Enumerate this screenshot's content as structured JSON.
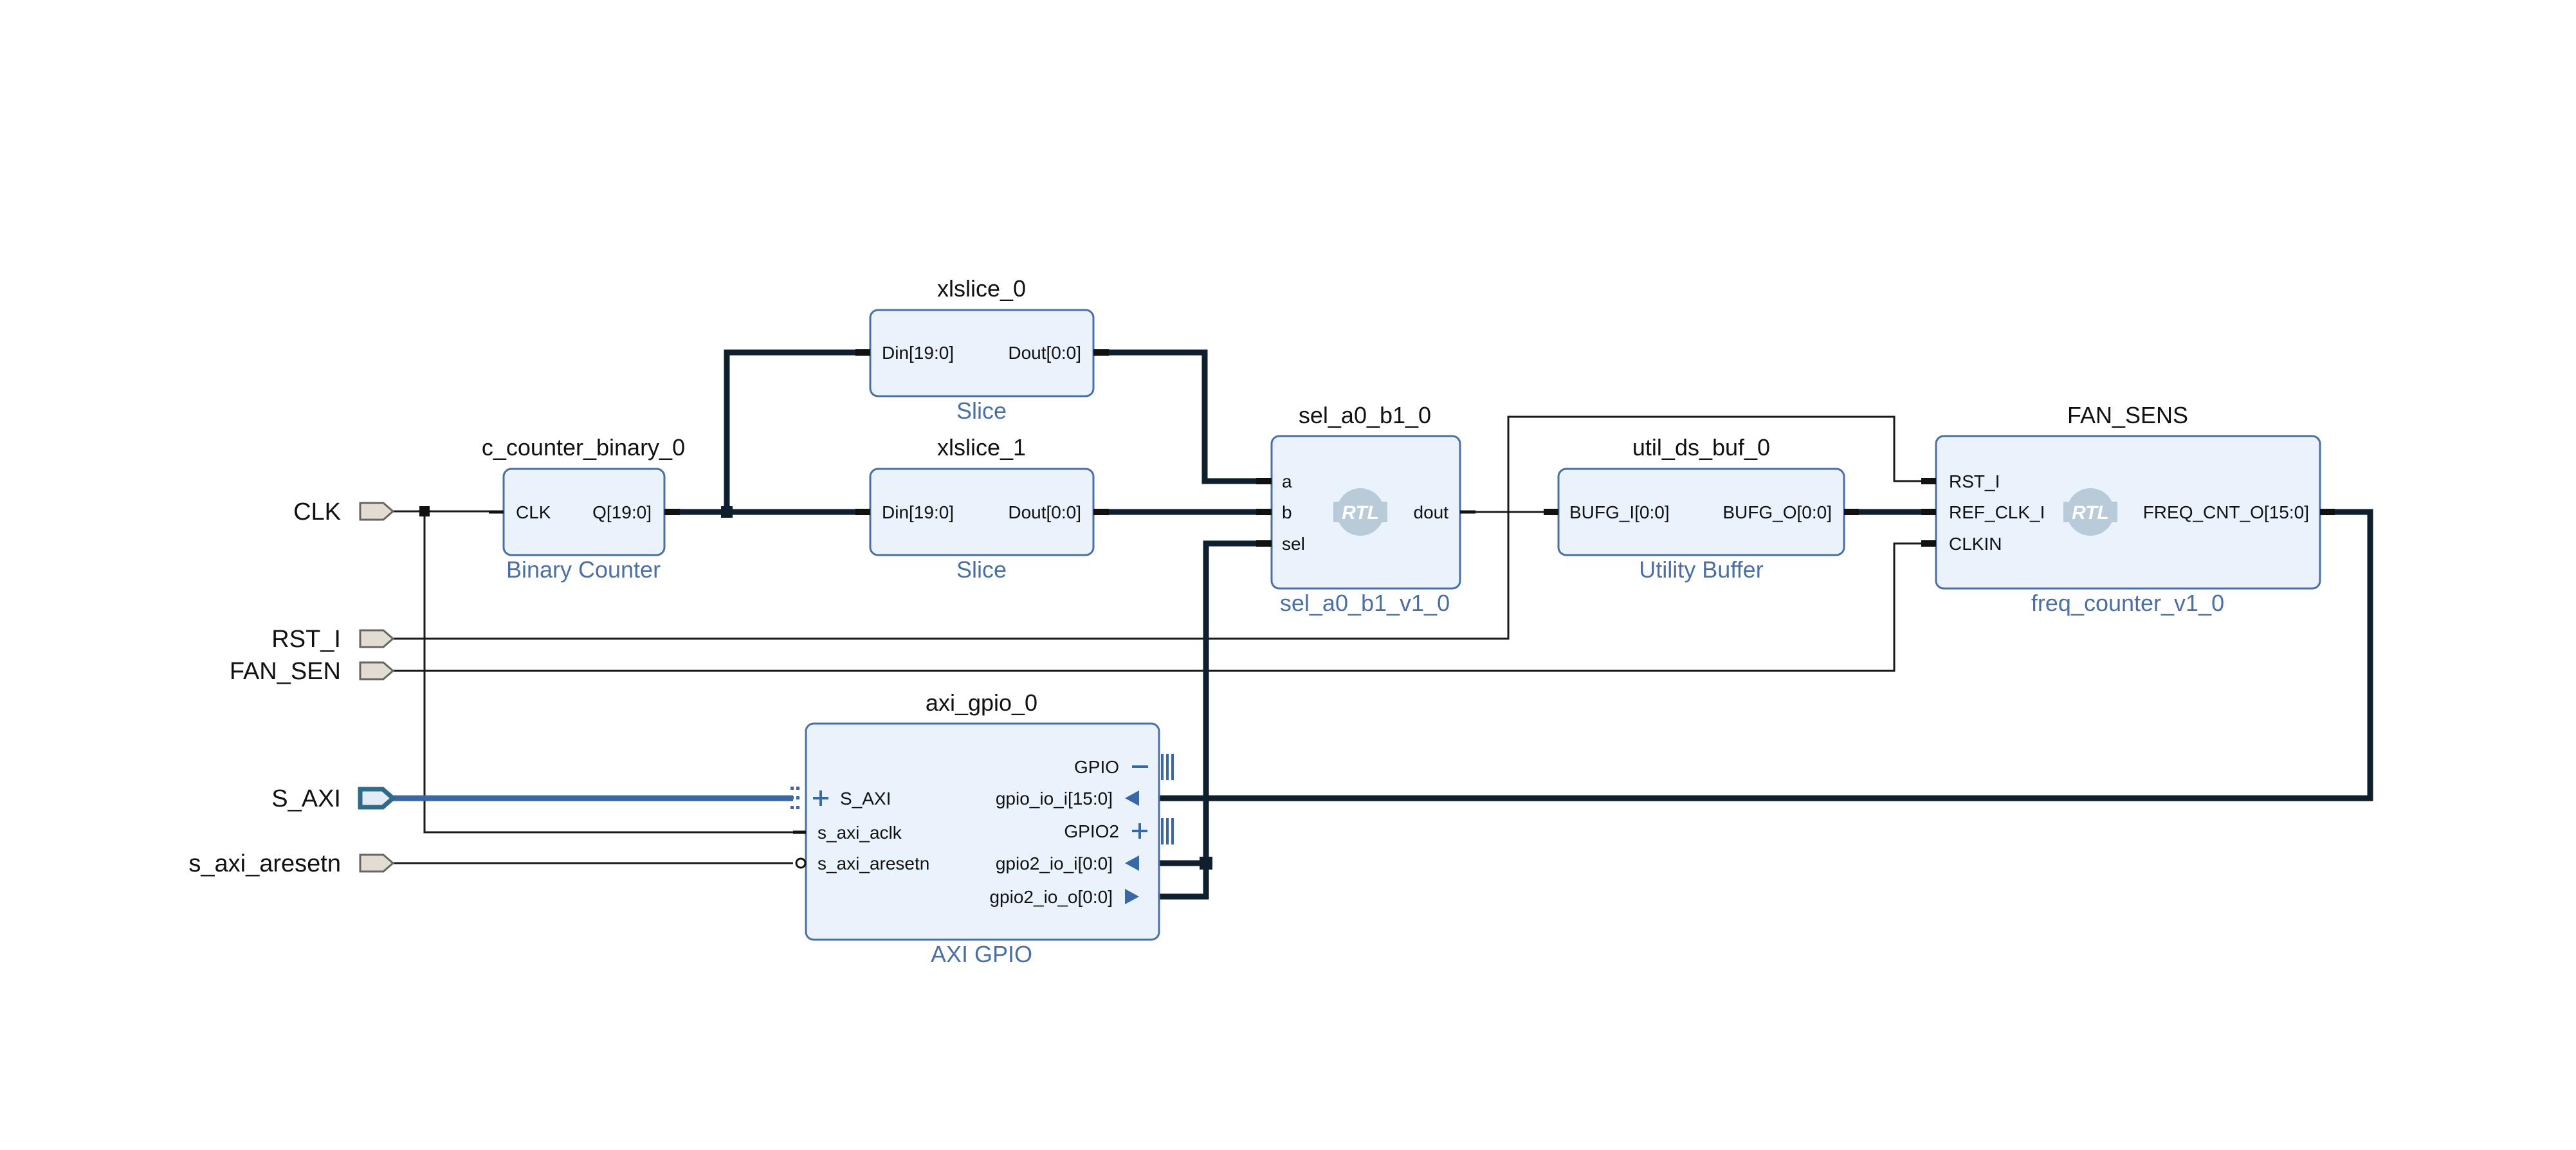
{
  "external_ports": {
    "clk": "CLK",
    "rst_i": "RST_I",
    "fan_sen": "FAN_SEN",
    "s_axi": "S_AXI",
    "s_axi_aresetn": "s_axi_aresetn"
  },
  "blocks": {
    "c_counter_binary_0": {
      "instance": "c_counter_binary_0",
      "ip": "Binary Counter",
      "pins": {
        "clk": "CLK",
        "q": "Q[19:0]"
      }
    },
    "xlslice_0": {
      "instance": "xlslice_0",
      "ip": "Slice",
      "pins": {
        "din": "Din[19:0]",
        "dout": "Dout[0:0]"
      }
    },
    "xlslice_1": {
      "instance": "xlslice_1",
      "ip": "Slice",
      "pins": {
        "din": "Din[19:0]",
        "dout": "Dout[0:0]"
      }
    },
    "sel_a0_b1_0": {
      "instance": "sel_a0_b1_0",
      "ip": "sel_a0_b1_v1_0",
      "badge": "RTL",
      "pins": {
        "a": "a",
        "b": "b",
        "sel": "sel",
        "dout": "dout"
      }
    },
    "util_ds_buf_0": {
      "instance": "util_ds_buf_0",
      "ip": "Utility Buffer",
      "pins": {
        "in": "BUFG_I[0:0]",
        "out": "BUFG_O[0:0]"
      }
    },
    "fan_sens": {
      "instance": "FAN_SENS",
      "ip": "freq_counter_v1_0",
      "badge": "RTL",
      "pins": {
        "rst": "RST_I",
        "ref_clk": "REF_CLK_I",
        "clkin": "CLKIN",
        "freq": "FREQ_CNT_O[15:0]"
      }
    },
    "axi_gpio_0": {
      "instance": "axi_gpio_0",
      "ip": "AXI GPIO",
      "pins": {
        "s_axi": "S_AXI",
        "aclk": "s_axi_aclk",
        "aresetn": "s_axi_aresetn",
        "gpio": "GPIO",
        "gpio_io_i": "gpio_io_i[15:0]",
        "gpio2": "GPIO2",
        "gpio2_io_i": "gpio2_io_i[0:0]",
        "gpio2_io_o": "gpio2_io_o[0:0]"
      }
    }
  },
  "colors": {
    "block_fill": "#eaf2fc",
    "block_border": "#4a6fa5",
    "ip_label": "#4a6fa5",
    "bus_wire": "#0f1f2e",
    "axi_bus": "#3a67a6",
    "port_fill": "#e3dcd3"
  },
  "icons": [
    "rtl-badge-icon",
    "external-port-icon",
    "interface-plus-icon",
    "bus-bars-icon",
    "input-triangle-icon",
    "output-triangle-icon",
    "junction-dot-icon"
  ]
}
